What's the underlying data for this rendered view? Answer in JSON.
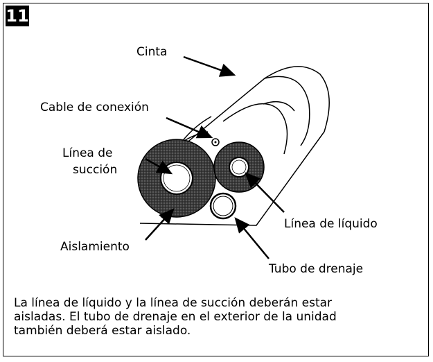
{
  "step": {
    "number": "11"
  },
  "labels": {
    "tape": "Cinta",
    "connection_cable": "Cable de conexión",
    "suction_line_1": "Línea de",
    "suction_line_2": "succión",
    "liquid_line": "Línea de líquido",
    "insulation": "Aislamiento",
    "drain_tube": "Tubo de drenaje"
  },
  "caption": {
    "line1": "La línea de líquido y la línea de succión deberán estar",
    "line2": "aisladas. El tubo de drenaje en el exterior de la unidad",
    "line3": "también deberá estar aislado."
  }
}
